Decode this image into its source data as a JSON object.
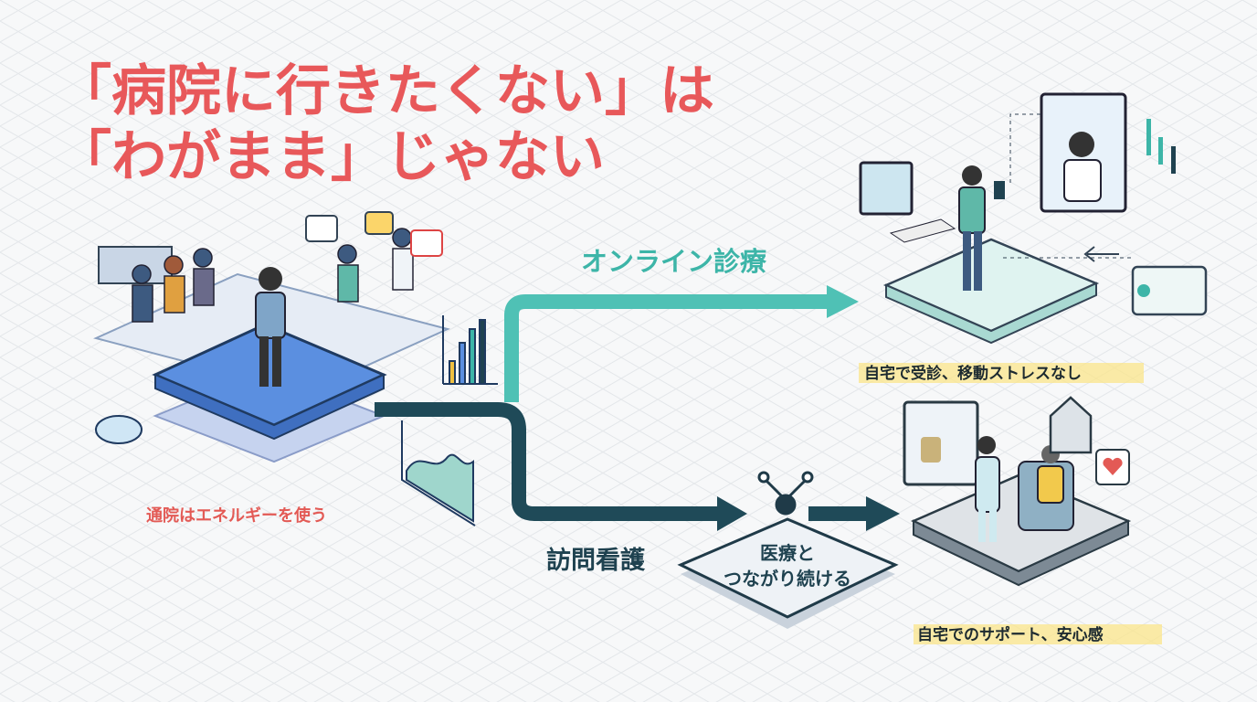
{
  "title": {
    "line1": "「病院に行きたくない」は",
    "line2": "「わがまま」じゃない"
  },
  "left": {
    "caption": "通院はエネルギーを使う"
  },
  "branches": {
    "online_label": "オンライン診療",
    "visit_label": "訪問看護",
    "hub_line1": "医療と",
    "hub_line2": "つながり続ける"
  },
  "right_top": {
    "caption": "自宅で受診、移動ストレスなし"
  },
  "right_bottom": {
    "caption": "自宅でのサポート、安心感"
  },
  "colors": {
    "title": "#e8585a",
    "online": "#3db5a8",
    "visit": "#1f4250",
    "highlight": "#fbe58a",
    "platform_blue": "#5b8fe0"
  }
}
